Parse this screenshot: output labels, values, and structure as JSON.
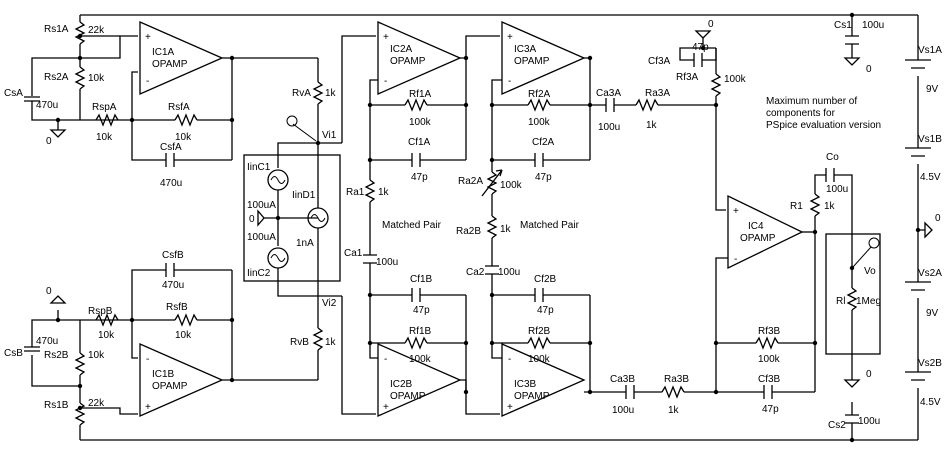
{
  "components": {
    "Rs1A": {
      "ref": "Rs1A",
      "val": "22k"
    },
    "Rs2A": {
      "ref": "Rs2A",
      "val": "10k"
    },
    "CsA": {
      "ref": "CsA",
      "val": "470u"
    },
    "RspA": {
      "ref": "RspA",
      "val": "10k"
    },
    "RsfA": {
      "ref": "RsfA",
      "val": "10k"
    },
    "CsfA": {
      "ref": "CsfA",
      "val": "470u"
    },
    "IC1A": {
      "ref": "IC1A",
      "val": "OPAMP"
    },
    "RvA": {
      "ref": "RvA",
      "val": "1k"
    },
    "IinC1": {
      "ref": "IinC1",
      "val": "100uA"
    },
    "IinD1": {
      "ref": "IinD1",
      "val": "1nA"
    },
    "IinC2": {
      "ref": "IinC2",
      "val": "100uA"
    },
    "RvB": {
      "ref": "RvB",
      "val": "1k"
    },
    "IC2A": {
      "ref": "IC2A",
      "val": "OPAMP"
    },
    "Rf1A": {
      "ref": "Rf1A",
      "val": "100k"
    },
    "Cf1A": {
      "ref": "Cf1A",
      "val": "47p"
    },
    "Ra1": {
      "ref": "Ra1",
      "val": "1k"
    },
    "Ca1": {
      "ref": "Ca1",
      "val": "100u"
    },
    "Cf1B": {
      "ref": "Cf1B",
      "val": "47p"
    },
    "Rf1B": {
      "ref": "Rf1B",
      "val": "100k"
    },
    "IC2B": {
      "ref": "IC2B",
      "val": "OPAMP"
    },
    "IC3A": {
      "ref": "IC3A",
      "val": "OPAMP"
    },
    "Rf2A": {
      "ref": "Rf2A",
      "val": "100k"
    },
    "Cf2A": {
      "ref": "Cf2A",
      "val": "47p"
    },
    "Ra2A": {
      "ref": "Ra2A",
      "val": "100k"
    },
    "Ra2B": {
      "ref": "Ra2B",
      "val": "1k"
    },
    "Ca2": {
      "ref": "Ca2",
      "val": "100u"
    },
    "Cf2B": {
      "ref": "Cf2B",
      "val": "47p"
    },
    "Rf2B": {
      "ref": "Rf2B",
      "val": "100k"
    },
    "IC3B": {
      "ref": "IC3B",
      "val": "OPAMP"
    },
    "Ca3A": {
      "ref": "Ca3A",
      "val": "100u"
    },
    "Ra3A": {
      "ref": "Ra3A",
      "val": "1k"
    },
    "Cf3A": {
      "ref": "Cf3A",
      "val": "47p"
    },
    "Rf3A": {
      "ref": "Rf3A",
      "val": "100k"
    },
    "Ca3B": {
      "ref": "Ca3B",
      "val": "100u"
    },
    "Ra3B": {
      "ref": "Ra3B",
      "val": "1k"
    },
    "Rf3B": {
      "ref": "Rf3B",
      "val": "100k"
    },
    "Cf3B": {
      "ref": "Cf3B",
      "val": "47p"
    },
    "IC4": {
      "ref": "IC4",
      "val": "OPAMP"
    },
    "R1": {
      "ref": "R1",
      "val": "1k"
    },
    "Co": {
      "ref": "Co",
      "val": "100u"
    },
    "Rl": {
      "ref": "Rl",
      "val": "1Meg"
    },
    "Cs1": {
      "ref": "Cs1",
      "val": "100u"
    },
    "Cs2": {
      "ref": "Cs2",
      "val": "100u"
    },
    "Vs1A": {
      "ref": "Vs1A",
      "val": "9V"
    },
    "Vs1B": {
      "ref": "Vs1B",
      "val": "4.5V"
    },
    "Vs2A": {
      "ref": "Vs2A",
      "val": "9V"
    },
    "Vs2B": {
      "ref": "Vs2B",
      "val": "4.5V"
    },
    "CsB": {
      "ref": "CsB",
      "val": "470u"
    },
    "RspB": {
      "ref": "RspB",
      "val": "10k"
    },
    "RsfB": {
      "ref": "RsfB",
      "val": "10k"
    },
    "CsfB": {
      "ref": "CsfB",
      "val": "470u"
    },
    "Rs2B": {
      "ref": "Rs2B",
      "val": "10k"
    },
    "Rs1B": {
      "ref": "Rs1B",
      "val": "22k"
    },
    "IC1B": {
      "ref": "IC1B",
      "val": "OPAMP"
    }
  },
  "labels": {
    "zero": "0",
    "plus": "+",
    "minus": "-",
    "vi1": "Vi1",
    "vi2": "Vi2",
    "vo": "Vo",
    "matched_pair": "Matched Pair",
    "note_line1": "Maximum number of",
    "note_line2": "components for",
    "note_line3": "PSpice evaluation version"
  }
}
